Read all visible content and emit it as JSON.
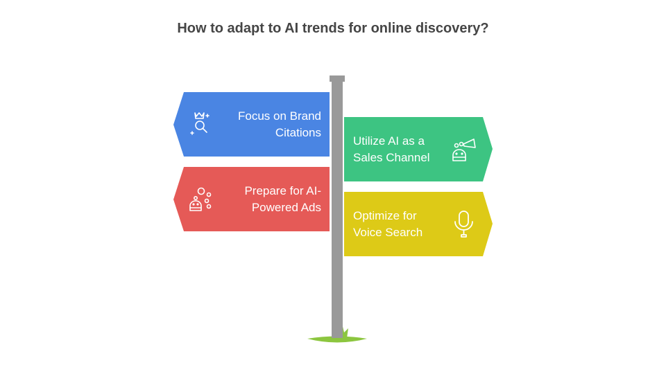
{
  "title": "How to adapt to AI trends for online discovery?",
  "signs": [
    {
      "id": "brand-citations",
      "line1": "Focus on Brand",
      "line2": "Citations",
      "color": "#4A85E3",
      "direction": "left",
      "icon": "crown-search-icon"
    },
    {
      "id": "sales-channel",
      "line1": "Utilize AI as a",
      "line2": "Sales Channel",
      "color": "#3DC482",
      "direction": "right",
      "icon": "robot-megaphone-icon"
    },
    {
      "id": "ai-ads",
      "line1": "Prepare for AI-",
      "line2": "Powered Ads",
      "color": "#E55A57",
      "direction": "left",
      "icon": "robot-bubbles-icon"
    },
    {
      "id": "voice-search",
      "line1": "Optimize for",
      "line2": "Voice Search",
      "color": "#DDCA17",
      "direction": "right",
      "icon": "microphone-icon"
    }
  ],
  "colors": {
    "pole": "#999999",
    "grass": "#8CC63F",
    "title": "#454545"
  }
}
